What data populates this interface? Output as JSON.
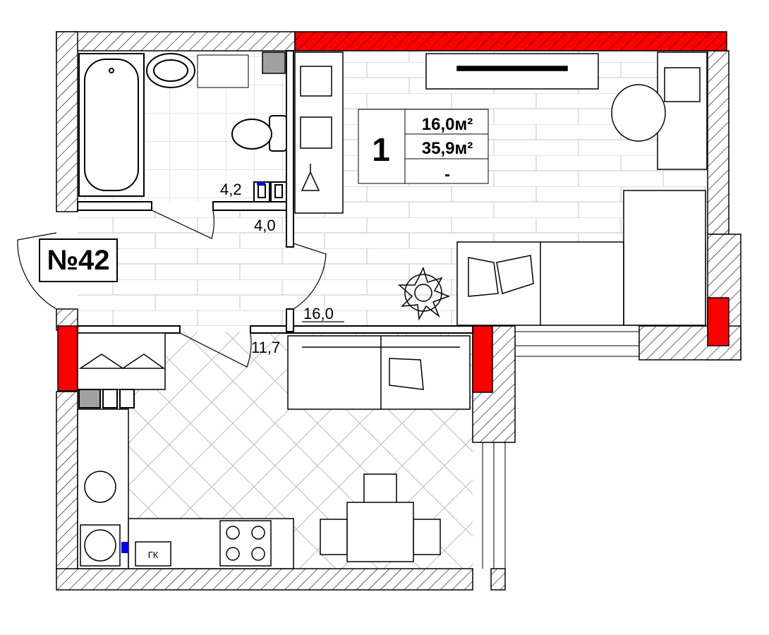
{
  "apartment": {
    "number_label": "№42",
    "rooms_count": "1",
    "living_area": "16,0м²",
    "total_area": "35,9м²",
    "extra_area": "-"
  },
  "room_areas": {
    "bathroom": "4,2",
    "hallway": "4,0",
    "living_room": "16,0",
    "kitchen": "11,7"
  },
  "fixtures": {
    "gas_boiler_label": "ГК"
  },
  "colors": {
    "wall_hatch": "#000000",
    "accent_wall": "#ff0000",
    "tile_lines": "#b0b0b0",
    "socket_blue": "#0000ff"
  }
}
